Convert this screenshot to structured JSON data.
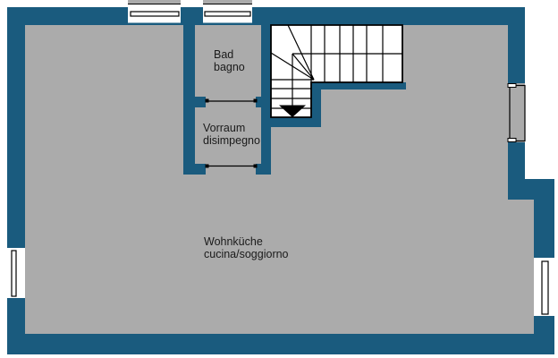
{
  "document": {
    "type": "floor-plan",
    "languages": [
      "de",
      "it"
    ]
  },
  "colors": {
    "wall": "#1A5B7E",
    "floor": "#ABABAB",
    "outline": "#000000",
    "stair_fill": "#FFFFFF",
    "text": "#1A1A1A",
    "background": "#FFFFFF"
  },
  "rooms": {
    "bathroom": {
      "line1": "Bad",
      "line2": "bagno"
    },
    "hallway": {
      "line1": "Vorraum",
      "line2": "disimpegno"
    },
    "living_kitchen": {
      "line1": "Wohnküche",
      "line2": "cucina/soggiorno"
    }
  },
  "icons": {
    "stair_direction": "stairs-down-arrow-icon"
  }
}
